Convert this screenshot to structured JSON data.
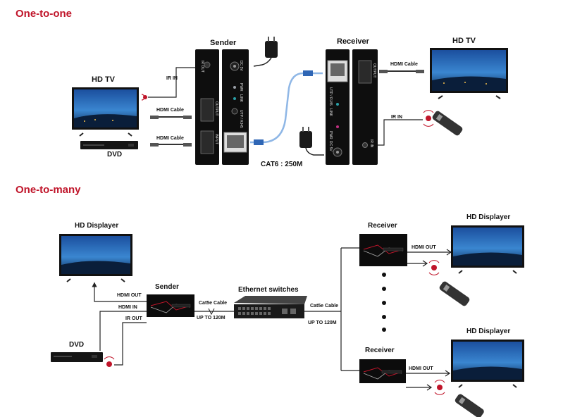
{
  "sections": {
    "one_to_one": "One-to-one",
    "one_to_many": "One-to-many"
  },
  "top": {
    "sender_title": "Sender",
    "receiver_title": "Receiver",
    "hdtv_left": "HD TV",
    "hdtv_right": "HD TV",
    "dvd": "DVD",
    "ir_in_left": "IR IN",
    "hdmi_cable_1": "HDMI Cable",
    "hdmi_cable_2": "HDMI Cable",
    "hdmi_cable_right": "HDMI Cable",
    "ir_in_right": "IR IN",
    "cat6": "CAT6 : 250M",
    "sender_ports": {
      "ir_out": "IR OUT",
      "dc": "DC 5V",
      "pwr": "PWR",
      "link": "LINK",
      "hdmi_output": "OUTPUT",
      "hdmi_input": "INPUT",
      "utp": "UTP / RJ45"
    },
    "receiver_ports": {
      "utp": "UTP / RJ45",
      "output": "OUTPUT",
      "link": "LINK",
      "pwr": "PWR",
      "dc": "DC 5V",
      "ir_in": "IR IN"
    }
  },
  "bottom": {
    "hd_displayer_left": "HD Displayer",
    "hd_displayer_right_top": "HD Displayer",
    "hd_displayer_right_bottom": "HD Displayer",
    "sender": "Sender",
    "receiver_top": "Receiver",
    "receiver_bottom": "Receiver",
    "dvd": "DVD",
    "hdmi_out": "HDMI OUT",
    "hdmi_in": "HDMI IN",
    "ir_out": "IR OUT",
    "cat5e_left": "Cat5e Cable",
    "upto_left": "UP TO 120M",
    "ethernet_switches": "Ethernet switches",
    "cat5e_right": "Cat5e Cable",
    "upto_right": "UP TO 120M",
    "hdmi_out_rx_top": "HDMI OUT",
    "hdmi_out_rx_bottom": "HDMI OUT"
  },
  "colors": {
    "accent": "#c0152a",
    "device": "#111111",
    "cable_blue": "#3a78c0"
  }
}
